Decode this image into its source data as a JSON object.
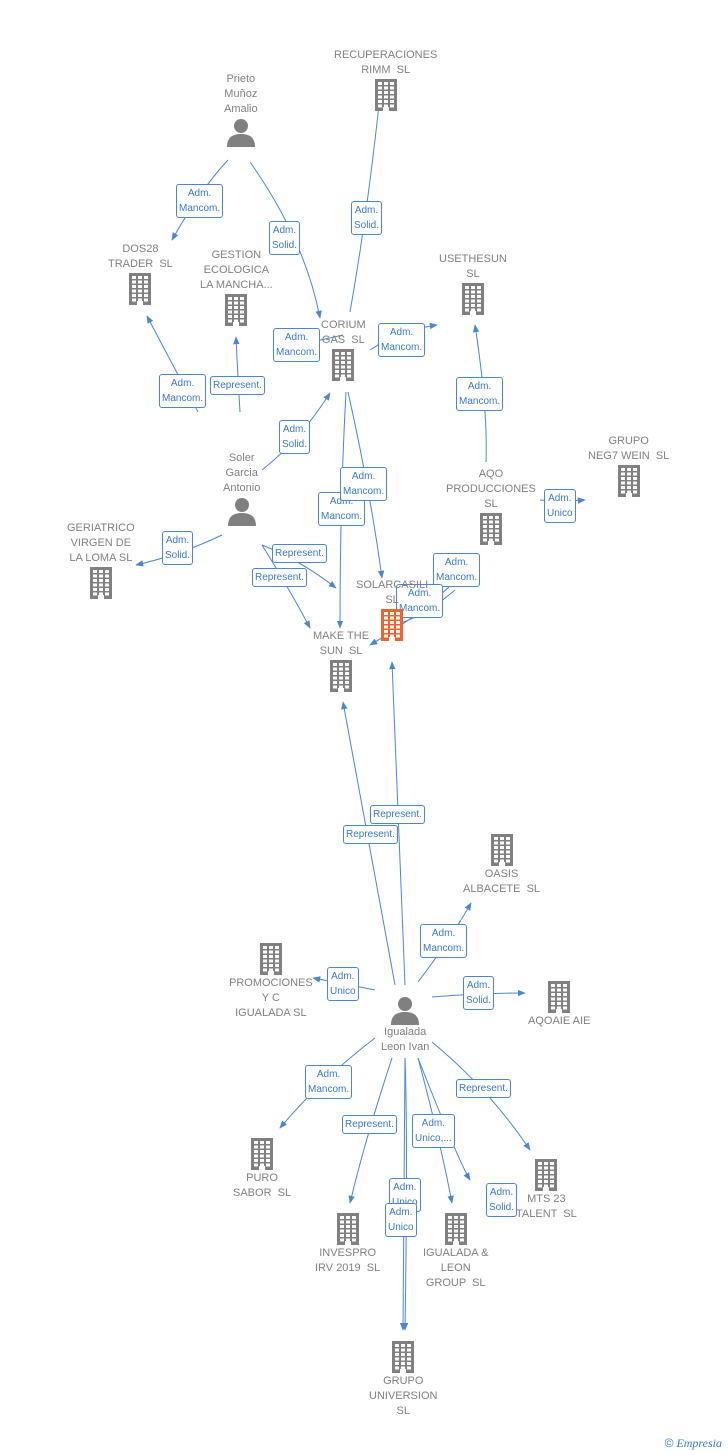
{
  "colors": {
    "edge": "#4a86d4",
    "node_gray": "#808080",
    "node_focus": "#f4622c",
    "label_text": "#3a78c8"
  },
  "nodes": [
    {
      "id": "recuperaciones",
      "type": "company",
      "label": "RECUPERACIONES\nRIMM  SL"
    },
    {
      "id": "prieto",
      "type": "person",
      "label": "Prieto\nMuñoz\nAmalio"
    },
    {
      "id": "dos28",
      "type": "company",
      "label": "DOS28\nTRADER  SL"
    },
    {
      "id": "gestion",
      "type": "company",
      "label": "GESTION\nECOLOGICA\nLA MANCHA..."
    },
    {
      "id": "usethesun",
      "type": "company",
      "label": "USETHESUN\nSL"
    },
    {
      "id": "corium",
      "type": "company",
      "label": "CORIUM\nGAS  SL"
    },
    {
      "id": "grupo_neg7",
      "type": "company",
      "label": "GRUPO\nNEG7 WEIN  SL"
    },
    {
      "id": "soler",
      "type": "person",
      "label": "Soler\nGarcia\nAntonio"
    },
    {
      "id": "aqo",
      "type": "company",
      "label": "AQO\nPRODUCCIONES\nSL"
    },
    {
      "id": "geriatrico",
      "type": "company",
      "label": "GERIATRICO\nVIRGEN DE\nLA LOMA SL"
    },
    {
      "id": "solarcasili",
      "type": "company_focus",
      "label": "SOLARCASILI\nSL"
    },
    {
      "id": "make_the_sun",
      "type": "company",
      "label": "MAKE THE\nSUN  SL"
    },
    {
      "id": "oasis",
      "type": "company",
      "label": "OASIS\nALBACETE  SL"
    },
    {
      "id": "promociones",
      "type": "company",
      "label": "PROMOCIONES\nY C\nIGUALADA SL"
    },
    {
      "id": "aqoaie",
      "type": "company",
      "label": "AQOAIE AIE"
    },
    {
      "id": "igualada_leon",
      "type": "person",
      "label": "Igualada\nLeon Ivan"
    },
    {
      "id": "puro_sabor",
      "type": "company",
      "label": "PURO\nSABOR  SL"
    },
    {
      "id": "mts23",
      "type": "company",
      "label": "MTS 23\nTALENT  SL"
    },
    {
      "id": "invespro",
      "type": "company",
      "label": "INVESPRO\nIRV 2019  SL"
    },
    {
      "id": "igualada_group",
      "type": "company",
      "label": "IGUALADA &\nLEON\nGROUP  SL"
    },
    {
      "id": "grupo_universion",
      "type": "company",
      "label": "GRUPO\nUNIVERSION\nSL"
    }
  ],
  "edges": [
    {
      "from": "corium",
      "to": "recuperaciones",
      "label": "Adm.\nSolid."
    },
    {
      "from": "prieto",
      "to": "dos28",
      "label": "Adm.\nMancom."
    },
    {
      "from": "prieto",
      "to": "corium",
      "label": "Adm.\nSolid."
    },
    {
      "from": "soler",
      "to": "dos28",
      "label": "Adm.\nMancom."
    },
    {
      "from": "soler",
      "to": "gestion",
      "label": "Represent."
    },
    {
      "from": "soler",
      "to": "corium",
      "label": "Adm.\nSolid."
    },
    {
      "from": "corium",
      "to": "corium",
      "label": "Adm.\nMancom."
    },
    {
      "from": "corium",
      "to": "usethesun",
      "label": "Adm.\nMancom."
    },
    {
      "from": "aqo",
      "to": "usethesun",
      "label": "Adm.\nMancom."
    },
    {
      "from": "aqo",
      "to": "grupo_neg7",
      "label": "Adm.\nUnico"
    },
    {
      "from": "soler",
      "to": "geriatrico",
      "label": "Adm.\nSolid."
    },
    {
      "from": "corium",
      "to": "make_the_sun",
      "label": "Adm.\nMancom."
    },
    {
      "from": "corium",
      "to": "solarcasili",
      "label": "Adm.\nMancom."
    },
    {
      "from": "soler",
      "to": "solarcasili",
      "label": "Represent."
    },
    {
      "from": "soler",
      "to": "make_the_sun",
      "label": "Represent."
    },
    {
      "from": "aqo",
      "to": "solarcasili",
      "label": "Adm.\nMancom."
    },
    {
      "from": "aqo",
      "to": "make_the_sun",
      "label": "Adm.\nMancom."
    },
    {
      "from": "igualada_leon",
      "to": "solarcasili",
      "label": "Represent."
    },
    {
      "from": "igualada_leon",
      "to": "make_the_sun",
      "label": "Represent."
    },
    {
      "from": "igualada_leon",
      "to": "oasis",
      "label": "Adm.\nMancom."
    },
    {
      "from": "igualada_leon",
      "to": "promociones",
      "label": "Adm.\nUnico"
    },
    {
      "from": "igualada_leon",
      "to": "aqoaie",
      "label": "Adm.\nSolid."
    },
    {
      "from": "igualada_leon",
      "to": "puro_sabor",
      "label": "Adm.\nMancom."
    },
    {
      "from": "igualada_leon",
      "to": "mts23",
      "label": "Represent."
    },
    {
      "from": "igualada_leon",
      "to": "invespro",
      "label": "Represent."
    },
    {
      "from": "igualada_leon",
      "to": "igualada_group",
      "label": "Adm.\nUnico,..."
    },
    {
      "from": "igualada_leon",
      "to": "igualada_group",
      "label": "Adm.\nSolid."
    },
    {
      "from": "igualada_leon",
      "to": "grupo_universion",
      "label": "Adm.\nUnico"
    },
    {
      "from": "igualada_leon",
      "to": "grupo_universion",
      "label": "Adm.\nUnico"
    }
  ],
  "footer": {
    "copyright": "©",
    "brand": "Empresia"
  }
}
